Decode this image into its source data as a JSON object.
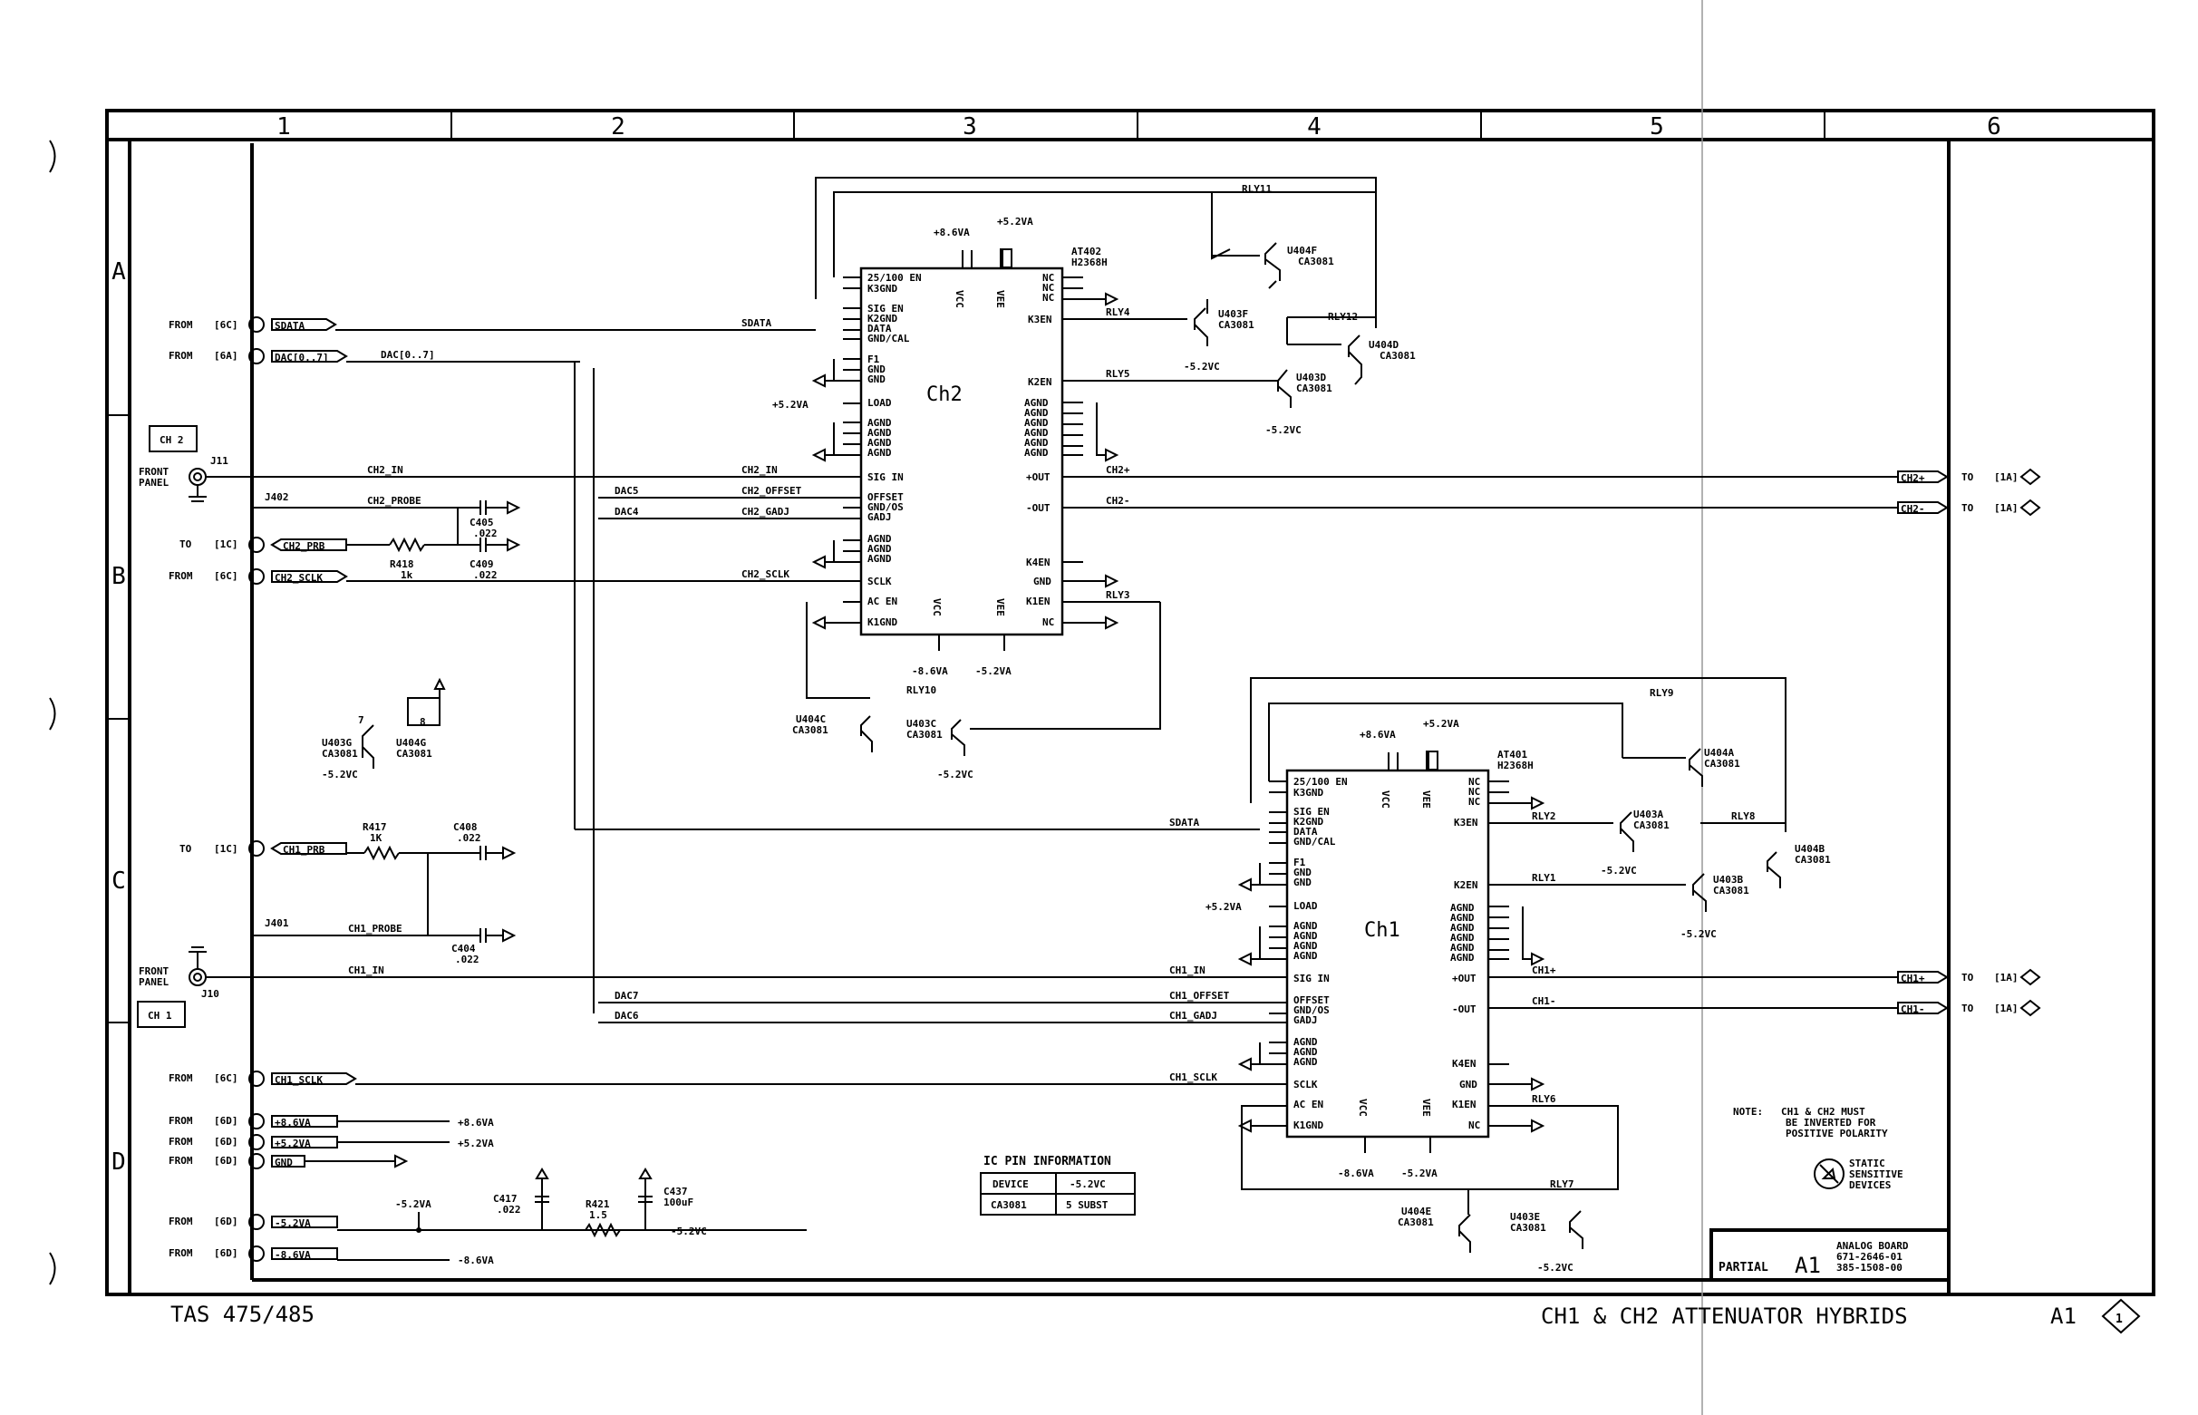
{
  "columns": [
    "1",
    "2",
    "3",
    "4",
    "5",
    "6"
  ],
  "rows": [
    "A",
    "B",
    "C",
    "D"
  ],
  "chips": [
    {
      "name": "Ch2",
      "ref": "AT402",
      "part": "H2368H"
    },
    {
      "name": "Ch1",
      "ref": "AT401",
      "part": "H2368H"
    }
  ],
  "chip_left_pins": [
    "25/100 EN",
    "K3GND",
    "SIG EN",
    "K2GND",
    "DATA",
    "GND/CAL",
    "F1",
    "GND",
    "GND",
    "LOAD",
    "AGND",
    "AGND",
    "AGND",
    "AGND",
    "SIG IN",
    "OFFSET",
    "GND/OS",
    "GADJ",
    "AGND",
    "AGND",
    "AGND",
    "SCLK",
    "AC EN",
    "K1GND"
  ],
  "chip_right_pins": [
    "NC",
    "NC",
    "NC",
    "K3EN",
    "K2EN",
    "AGND",
    "AGND",
    "AGND",
    "AGND",
    "AGND",
    "AGND",
    "+OUT",
    "-OUT",
    "K4EN",
    "GND",
    "K1EN",
    "NC"
  ],
  "chip_top_pins": [
    "VCC",
    "VEE",
    "VCC",
    "VEE"
  ],
  "left_inputs": [
    {
      "prefix": "FROM",
      "ref": "[6C]",
      "net": "SDATA"
    },
    {
      "prefix": "FROM",
      "ref": "[6A]",
      "net": "DAC[0..7]"
    },
    {
      "prefix": "TO",
      "ref": "[1C]",
      "net": "CH2_PRB"
    },
    {
      "prefix": "FROM",
      "ref": "[6C]",
      "net": "CH2_SCLK"
    },
    {
      "prefix": "TO",
      "ref": "[1C]",
      "net": "CH1_PRB"
    },
    {
      "prefix": "FROM",
      "ref": "[6C]",
      "net": "CH1_SCLK"
    },
    {
      "prefix": "FROM",
      "ref": "[6D]",
      "net": "+8.6VA"
    },
    {
      "prefix": "FROM",
      "ref": "[6D]",
      "net": "+5.2VA"
    },
    {
      "prefix": "FROM",
      "ref": "[6D]",
      "net": "GND"
    },
    {
      "prefix": "FROM",
      "ref": "[6D]",
      "net": "-5.2VA"
    },
    {
      "prefix": "FROM",
      "ref": "[6D]",
      "net": "-8.6VA"
    }
  ],
  "right_outputs": [
    {
      "net": "CH2+",
      "prefix": "TO",
      "ref": "[1A]"
    },
    {
      "net": "CH2-",
      "prefix": "TO",
      "ref": "[1A]"
    },
    {
      "net": "CH1+",
      "prefix": "TO",
      "ref": "[1A]"
    },
    {
      "net": "CH1-",
      "prefix": "TO",
      "ref": "[1A]"
    }
  ],
  "labels": {
    "ch2_box": "CH 2",
    "ch1_box": "CH 1",
    "front_panel": "FRONT",
    "front_panel_2": "PANEL",
    "j11": "J11",
    "j10": "J10",
    "j402": "J402",
    "j401": "J401",
    "ch2_in": "CH2_IN",
    "ch2_probe": "CH2_PROBE",
    "ch1_in": "CH1_IN",
    "ch1_probe": "CH1_PROBE",
    "dac_bus": "DAC[0..7]",
    "sdata": "SDATA",
    "dac5": "DAC5",
    "dac4": "DAC4",
    "dac7": "DAC7",
    "dac6": "DAC6",
    "ch2_offset": "CH2_OFFSET",
    "ch2_gadj": "CH2_GADJ",
    "ch2_sclk": "CH2_SCLK",
    "ch1_offset": "CH1_OFFSET",
    "ch1_gadj": "CH1_GADJ",
    "ch1_sclk": "CH1_SCLK",
    "ch2plus": "CH2+",
    "ch2minus": "CH2-",
    "ch1plus": "CH1+",
    "ch1minus": "CH1-",
    "rly1": "RLY1",
    "rly2": "RLY2",
    "rly3": "RLY3",
    "rly4": "RLY4",
    "rly5": "RLY5",
    "rly6": "RLY6",
    "rly7": "RLY7",
    "rly8": "RLY8",
    "rly9": "RLY9",
    "rly10": "RLY10",
    "rly11": "RLY11",
    "rly12": "RLY12",
    "p86": "+8.6VA",
    "p52": "+5.2VA",
    "m86": "-8.6VA",
    "m52": "-5.2VA",
    "m52vc": "-5.2VC",
    "gnd": "GND",
    "r418": "R418",
    "r418v": "1k",
    "r417": "R417",
    "r417v": "1K",
    "r421": "R421",
    "r421v": "1.5",
    "c405": "C405",
    "c409": "C409",
    "c408": "C408",
    "c404": "C404",
    "c417": "C417",
    "c437": "C437",
    "cval": ".022",
    "c437v": "100uF",
    "u403g": "U403G",
    "u404g": "U404G",
    "ca3081": "CA3081",
    "u404f": "U404F",
    "u403f": "U403F",
    "u404d": "U404D",
    "u403d": "U403D",
    "u404c": "U404C",
    "u403c": "U403C",
    "u404a": "U404A",
    "u403a": "U403A",
    "u404b": "U404B",
    "u403b": "U403B",
    "u404e": "U404E",
    "u403e": "U403E"
  },
  "ic_table": {
    "title": "IC PIN INFORMATION",
    "headers": [
      "DEVICE",
      "-5.2VC"
    ],
    "rows": [
      [
        "CA3081",
        "5 SUBST"
      ]
    ]
  },
  "note": {
    "lead": "NOTE:",
    "lines": [
      "CH1 & CH2 MUST",
      "BE INVERTED FOR",
      "POSITIVE POLARITY"
    ]
  },
  "static": [
    "STATIC",
    "SENSITIVE",
    "DEVICES"
  ],
  "title_block": {
    "partial": "PARTIAL",
    "ref": "A1",
    "board": "ANALOG BOARD",
    "num1": "671-2646-01",
    "num2": "385-1508-00"
  },
  "footer": {
    "left": "TAS 475/485",
    "title": "CH1 & CH2 ATTENUATOR HYBRIDS",
    "ref": "A1",
    "sheet": "1"
  }
}
